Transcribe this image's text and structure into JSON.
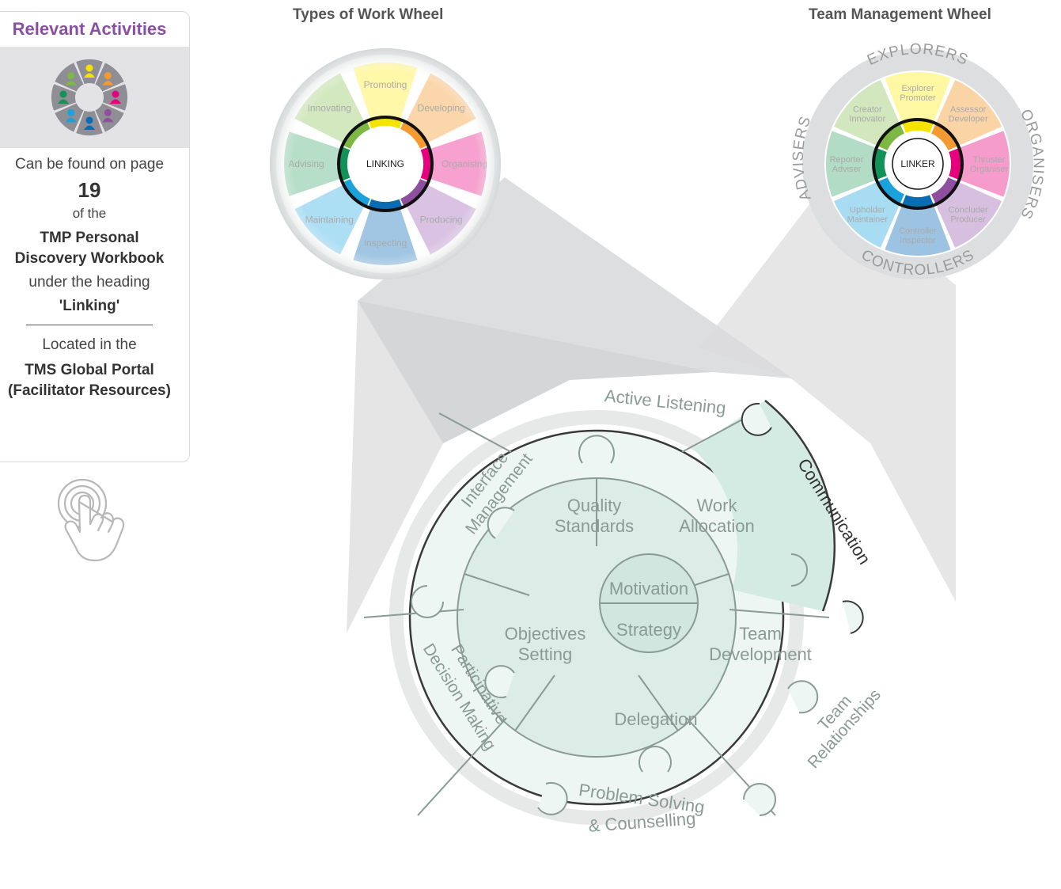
{
  "sidebar": {
    "title": "Relevant Activities",
    "found_text": "Can be found on page",
    "page_number": "19",
    "of_the": "of the",
    "workbook_line1": "TMP Personal",
    "workbook_line2": "Discovery Workbook",
    "under_heading": "under the heading",
    "heading": "'Linking'",
    "located_in": "Located in the",
    "portal_line1": "TMS Global Portal",
    "portal_line2": "(Facilitator Resources)"
  },
  "types_of_work": {
    "title": "Types of Work Wheel",
    "center": "LINKING",
    "segments": [
      "Promoting",
      "Developing",
      "Organising",
      "Producing",
      "Inspecting",
      "Maintaining",
      "Advising",
      "Innovating"
    ]
  },
  "team_management": {
    "title": "Team Management Wheel",
    "center": "LINKER",
    "quadrants": [
      "EXPLORERS",
      "ORGANISERS",
      "CONTROLLERS",
      "ADVISERS"
    ],
    "segments": [
      {
        "line1": "Explorer",
        "line2": "Promoter"
      },
      {
        "line1": "Assessor",
        "line2": "Developer"
      },
      {
        "line1": "Thruster",
        "line2": "Organiser"
      },
      {
        "line1": "Concluder",
        "line2": "Producer"
      },
      {
        "line1": "Controller",
        "line2": "Inspector"
      },
      {
        "line1": "Upholder",
        "line2": "Maintainer"
      },
      {
        "line1": "Reporter",
        "line2": "Adviser"
      },
      {
        "line1": "Creator",
        "line2": "Innovator"
      }
    ]
  },
  "linking_skills": {
    "core_top": "Motivation",
    "core_bottom": "Strategy",
    "inner": {
      "quality_1": "Quality",
      "quality_2": "Standards",
      "work_1": "Work",
      "work_2": "Allocation",
      "team_1": "Team",
      "team_2": "Development",
      "delegation": "Delegation",
      "objectives_1": "Objectives",
      "objectives_2": "Setting"
    },
    "outer": {
      "active_listening": "Active Listening",
      "communication": "Communication",
      "team_rel_1": "Team",
      "team_rel_2": "Relationships",
      "problem_1": "Problem Solving",
      "problem_2": "& Counselling",
      "participative_1": "Participative",
      "participative_2": "Decision Making",
      "interface_1": "Interface",
      "interface_2": "Management"
    }
  },
  "colors": {
    "purple_title": "#8a4fa3",
    "teal_light": "#eef6f4",
    "teal_mid": "#dcede7",
    "teal_highlight": "#d4ebe4",
    "wheel_line": "#8a9a94"
  }
}
